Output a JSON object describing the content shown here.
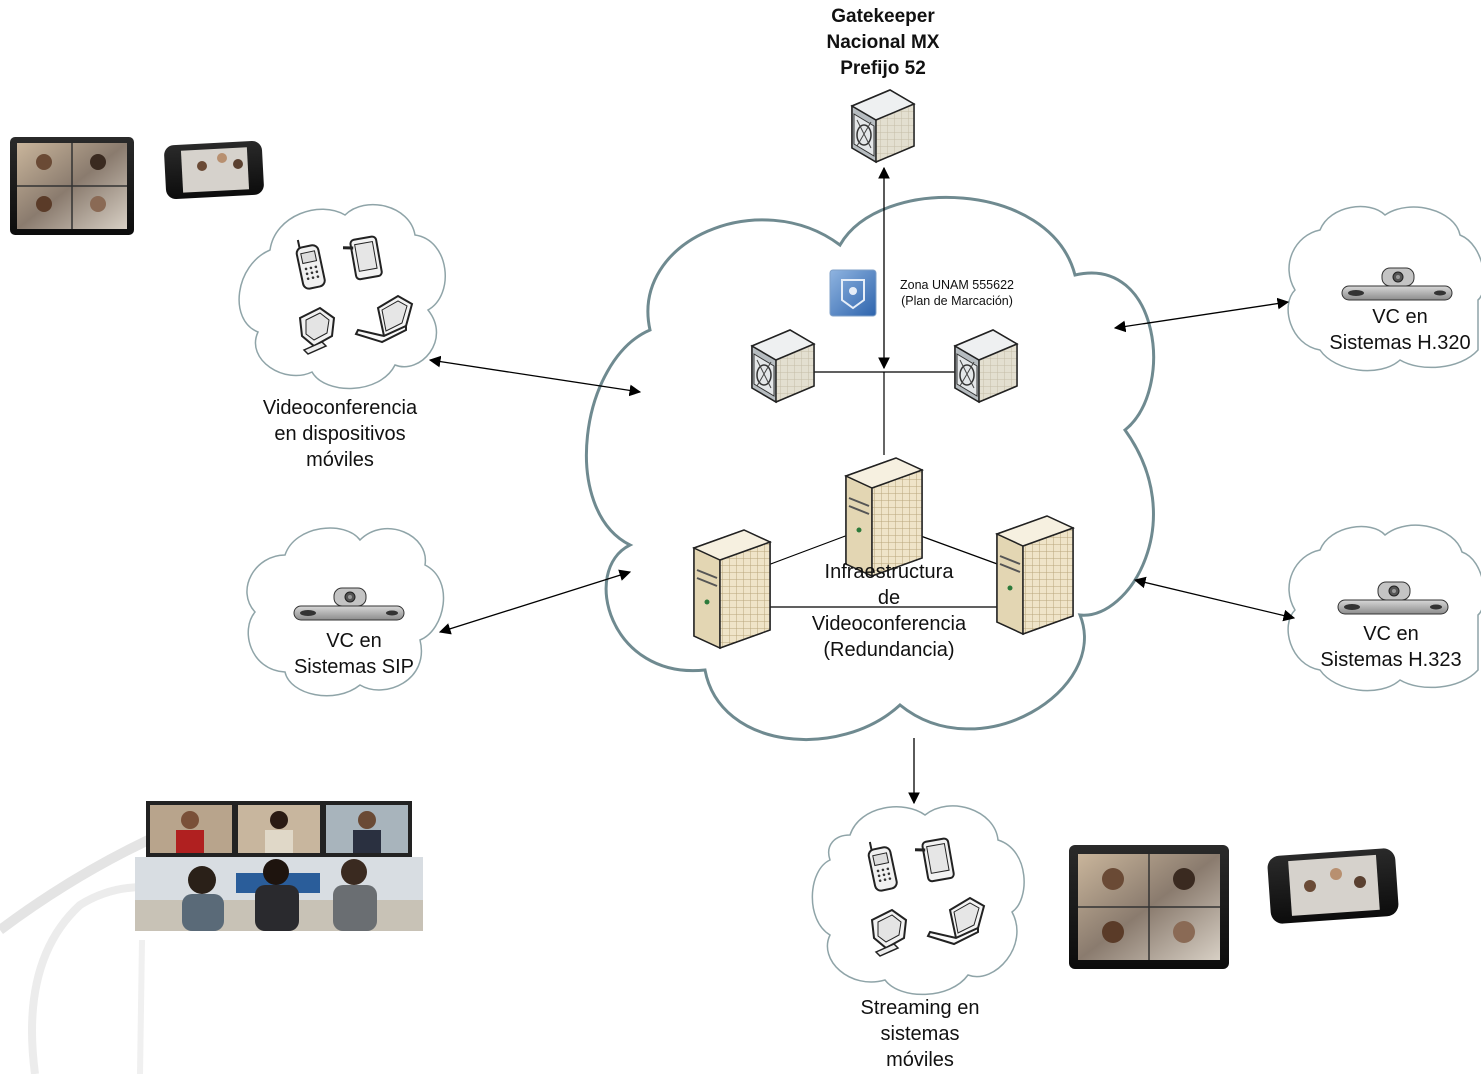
{
  "gatekeeper": {
    "lines": [
      "Gatekeeper",
      "Nacional MX",
      "Prefijo 52"
    ]
  },
  "zona": {
    "lines": [
      "Zona UNAM 555622",
      "(Plan de Marcación)"
    ]
  },
  "infraestructura": {
    "lines": [
      "Infraestructura",
      "de",
      "Videoconferencia",
      "(Redundancia)"
    ]
  },
  "moviles": {
    "lines": [
      "Videoconferencia",
      "en dispositivos",
      "móviles"
    ]
  },
  "sip": {
    "lines": [
      "VC en",
      "Sistemas SIP"
    ]
  },
  "h320": {
    "lines": [
      "VC en",
      "Sistemas H.320"
    ]
  },
  "h323": {
    "lines": [
      "VC en",
      "Sistemas H.323"
    ]
  },
  "streaming": {
    "lines": [
      "Streaming en",
      "sistemas",
      "móviles"
    ]
  },
  "colors": {
    "cloud_stroke": "#6f8a90",
    "small_cloud_stroke": "#8fa4a8",
    "server_beige": "#e8dcbf",
    "gatekeeper_gray": "#c8ccce",
    "logo_blue": "#3c78c0"
  }
}
